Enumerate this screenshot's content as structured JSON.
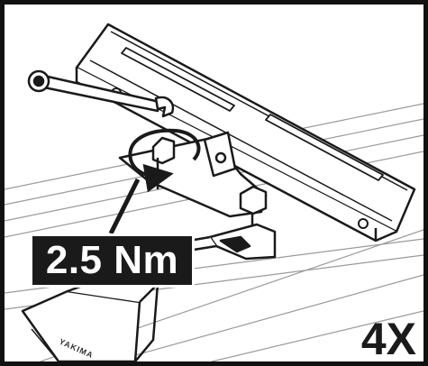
{
  "instruction": {
    "torque_label": "2.5 Nm",
    "quantity_label": "4X",
    "brand_label": "YAKIMA"
  },
  "icons": {
    "wrench": "combination-wrench-icon",
    "rotation": "clockwise-rotation-arrow-icon"
  },
  "colors": {
    "ink": "#1a1a1a",
    "paper": "#ffffff",
    "frame": "#111111"
  }
}
